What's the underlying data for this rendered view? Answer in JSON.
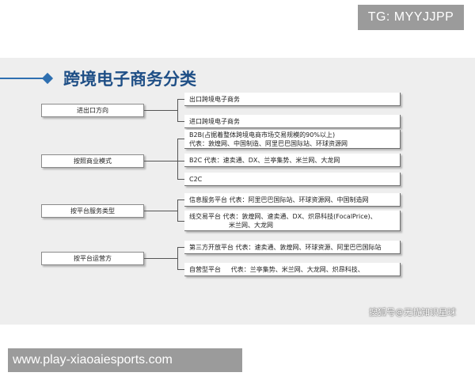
{
  "tg_badge": "TG: MYYJJPP",
  "url_badge": "www.play-xiaoaiesports.com",
  "title": "跨境电子商务分类",
  "watermark": "搜狐号@无忧知识星球",
  "groups": [
    {
      "label": "进出口方向",
      "items": [
        {
          "lines": [
            "出口跨境电子商务"
          ]
        },
        {
          "lines": [
            "进口跨境电子商务"
          ]
        }
      ]
    },
    {
      "label": "按照商业模式",
      "items": [
        {
          "lines": [
            "B2B(占据着整体跨境电商市场交易规模的90%以上)",
            "代表：敦煌网、中国制造、阿里巴巴国际站、环球资源网"
          ]
        },
        {
          "lines": [
            "B2C  代表：速卖通、DX、兰亭集势、米兰网、大龙网"
          ]
        },
        {
          "lines": [
            "C2C"
          ]
        }
      ]
    },
    {
      "label": "按平台服务类型",
      "items": [
        {
          "lines": [
            "信息服务平台 代表：阿里巴巴国际站、环球资源网、中国制造网"
          ]
        },
        {
          "lines": [
            "线交易平台  代表：敦煌网、速卖通、DX、炽昂科技(FocalPrice)、",
            "米兰网、大龙网"
          ]
        }
      ]
    },
    {
      "label": "按平台运营方",
      "items": [
        {
          "lines": [
            "第三方开放平台 代表：速卖通、敦煌网、环球资源、阿里巴巴国际站"
          ]
        },
        {
          "lines": [
            "自营型平台     代表：兰亭集势、米兰网、大龙网、炽昂科技、"
          ]
        }
      ]
    }
  ]
}
